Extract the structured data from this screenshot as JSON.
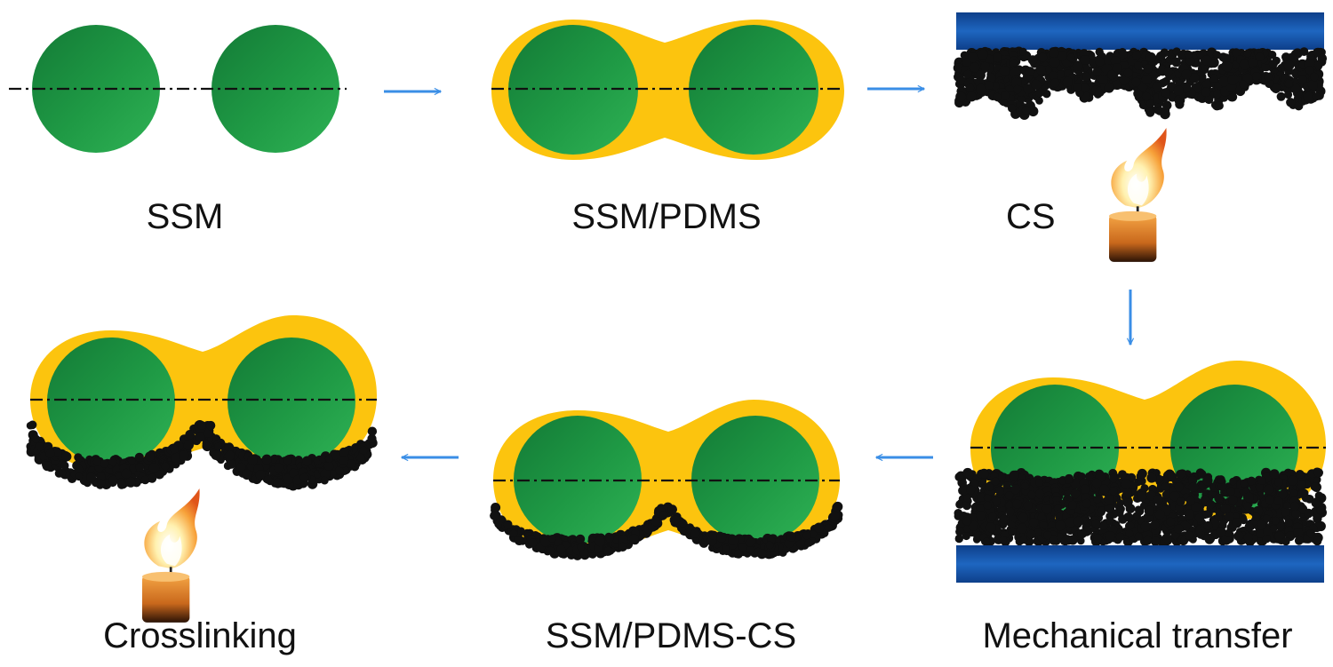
{
  "labels": {
    "ssm": "SSM",
    "ssm_pdms": "SSM/PDMS",
    "cs": "CS",
    "mechanical_transfer": "Mechanical transfer",
    "ssm_pdms_cs": "SSM/PDMS-CS",
    "crosslinking": "Crosslinking"
  },
  "colors": {
    "sphere": "#1f9a45",
    "pdms_coating": "#fcc40e",
    "substrate": "#1858a8",
    "soot_particle": "#111111",
    "arrow": "#3a8ee6",
    "flame": "#f08a24",
    "candle": "#c9681c"
  },
  "icons": [
    "right-arrow-icon",
    "down-arrow-icon",
    "left-arrow-icon",
    "candle-flame-icon"
  ]
}
